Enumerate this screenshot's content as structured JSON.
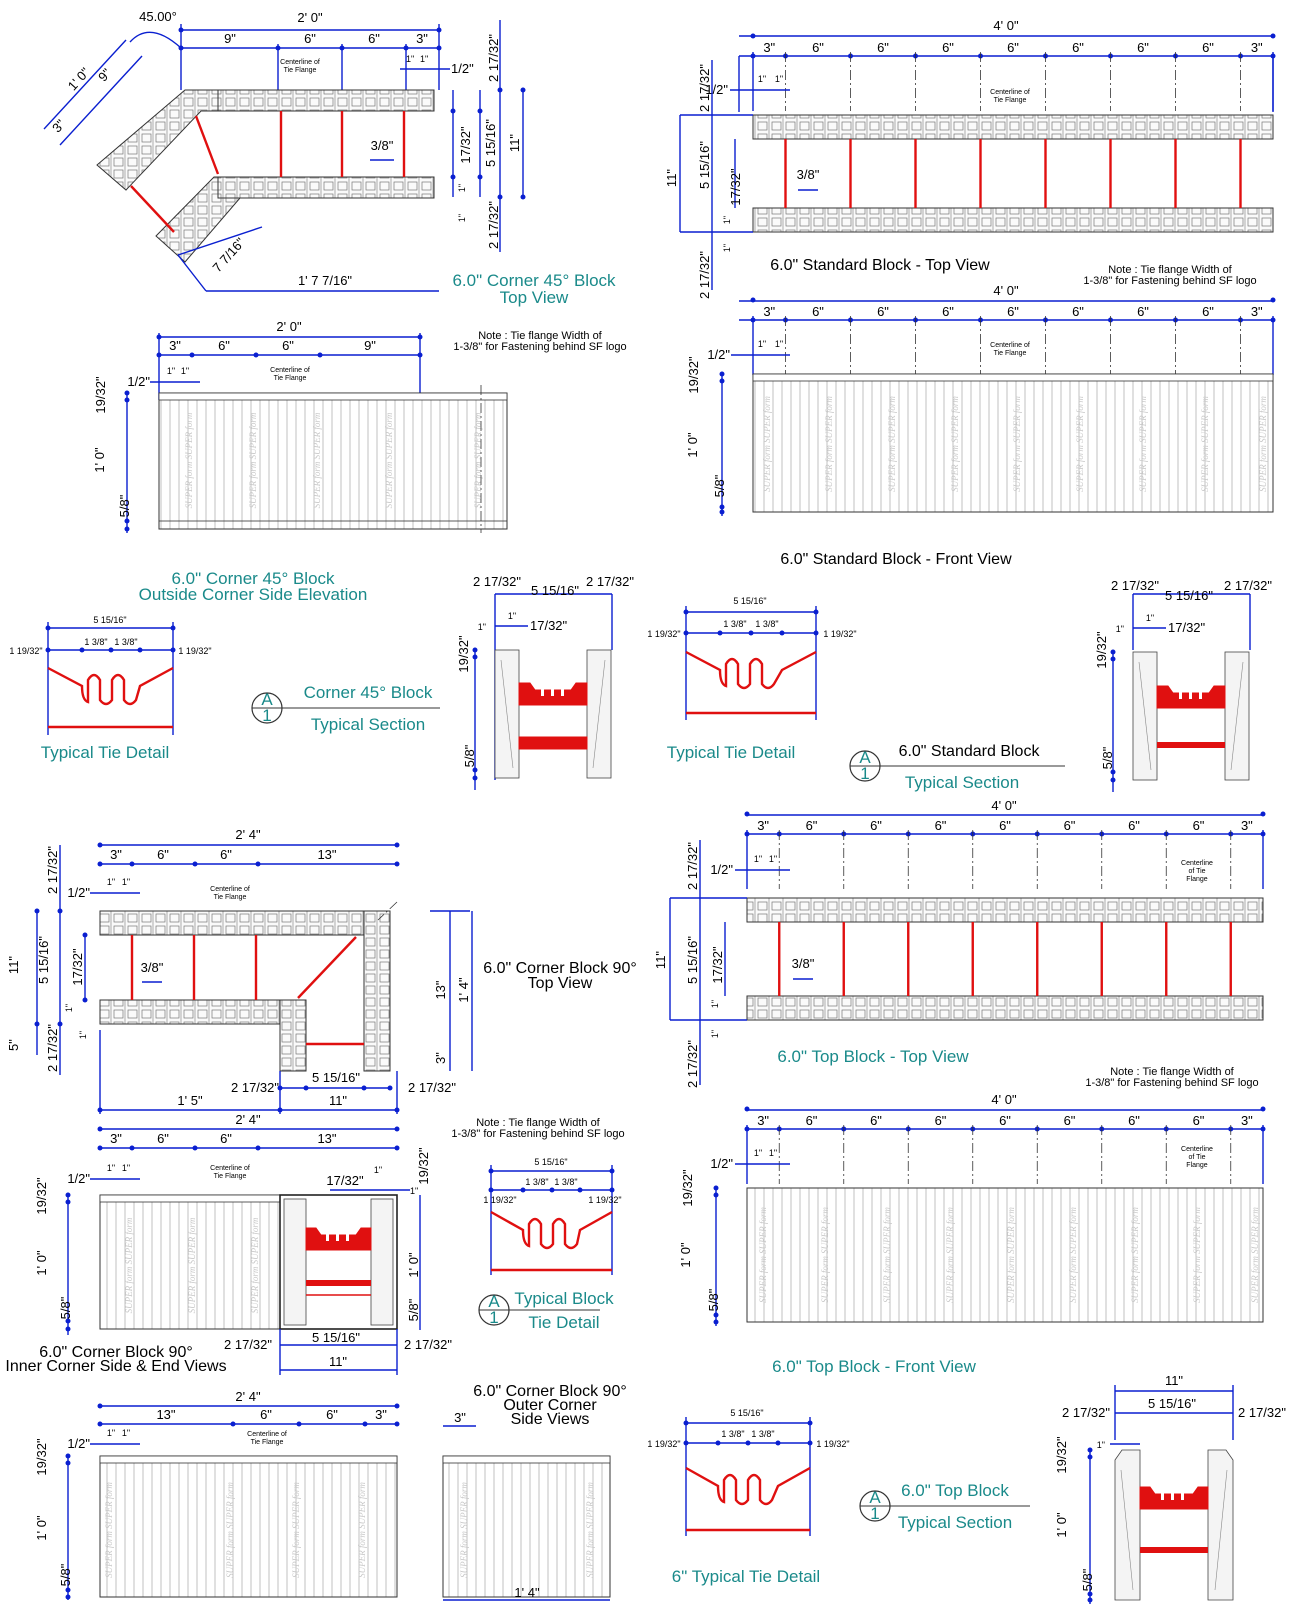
{
  "views": {
    "corner45_top": {
      "title": "6.0\" Corner 45° Block",
      "subtitle": "Top View"
    },
    "standard_top": {
      "title": "6.0\" Standard Block - Top View"
    },
    "corner45_elev": {
      "title": "6.0\" Corner 45° Block",
      "subtitle": "Outside Corner Side Elevation"
    },
    "standard_front": {
      "title": "6.0\" Standard Block - Front View"
    },
    "corner45_section": {
      "mark": "A",
      "num": "1",
      "line1": "Corner 45° Block",
      "line2": "Typical Section"
    },
    "standard_section": {
      "mark": "A",
      "num": "1",
      "line1": "6.0\" Standard Block",
      "line2": "Typical Section"
    },
    "tie_detail_1": {
      "title": "Typical Tie Detail"
    },
    "tie_detail_2": {
      "title": "Typical Tie Detail"
    },
    "corner90_top": {
      "title": "6.0\" Corner Block 90°",
      "subtitle": "Top View"
    },
    "top_block_top": {
      "title": "6.0\" Top Block - Top View"
    },
    "corner90_inner": {
      "title": "6.0\" Corner Block 90°",
      "subtitle": "Inner Corner Side & End Views"
    },
    "block_tie_detail": {
      "mark": "A",
      "num": "1",
      "line1": "Typical Block",
      "line2": "Tie Detail"
    },
    "top_block_front": {
      "title": "6.0\" Top Block - Front View"
    },
    "corner90_outer": {
      "title": "6.0\" Corner Block 90°",
      "line2": "Outer Corner",
      "line3": "Side Views"
    },
    "tie_detail_6": {
      "title": "6\" Typical Tie Detail"
    },
    "top_block_section": {
      "mark": "A",
      "num": "1",
      "line1": "6.0\" Top Block",
      "line2": "Typical Section"
    }
  },
  "notes": {
    "tie_flange_line1": "Note :  Tie flange Width of",
    "tie_flange_line2": "1-3/8\" for Fastening behind SF logo",
    "centerline_1": "Centerline of",
    "centerline_2": "Tie Flange",
    "centerline_a": "Centerline",
    "centerline_b": "of Tie",
    "centerline_c": "Flange"
  },
  "logo_text": "SUPER form",
  "dimensions": {
    "angle": "45.00°",
    "two_ft": "2' 0\"",
    "four_ft": "4' 0\"",
    "two_ft_four": "2' 4\"",
    "one_ft": "1' 0\"",
    "one_ft_four": "1' 4\"",
    "one_ft_five": "1' 5\"",
    "one_ft_seven": "1' 7 7/16\"",
    "seven_sixteen": "7 7/16\"",
    "nine": "9\"",
    "six": "6\"",
    "three": "3\"",
    "thirteen": "13\"",
    "eleven": "11\"",
    "five": "5\"",
    "one": "1\"",
    "half": "1/2\"",
    "three_eighths": "3/8\"",
    "two_17_32": "2 17/32\"",
    "five_15_16": "5 15/16\"",
    "seventeen_32": "17/32\"",
    "nineteen_32": "19/32\"",
    "five_eighths": "5/8\"",
    "one_19_32": "1 19/32\"",
    "one_3_8": "1 3/8\"",
    "tie_5_15_16": "5 15/16\""
  }
}
